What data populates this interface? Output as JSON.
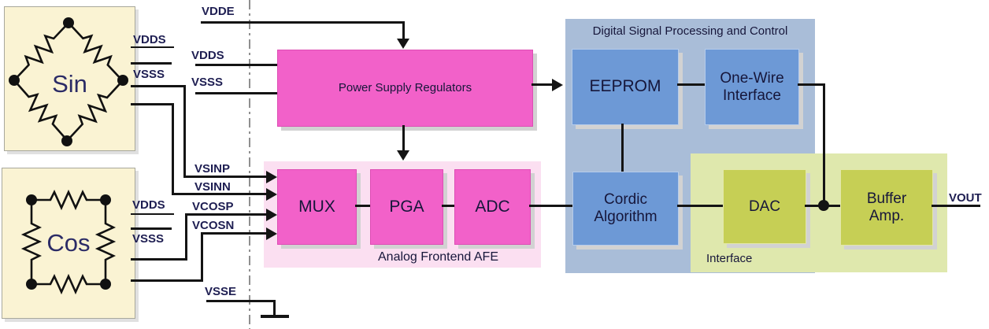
{
  "sensors": {
    "sin": {
      "label": "Sin"
    },
    "cos": {
      "label": "Cos"
    }
  },
  "signals": {
    "vdde": "VDDE",
    "vdds_sin": "VDDS",
    "vsss_sin": "VSSS",
    "vdds_chip": "VDDS",
    "vsss_chip": "VSSS",
    "vsinp": "VSINP",
    "vsinn": "VSINN",
    "vdds_cos": "VDDS",
    "vsss_cos": "VSSS",
    "vcosp": "VCOSP",
    "vcosn": "VCOSN",
    "vsse": "VSSE",
    "vout": "VOUT"
  },
  "containers": {
    "afe": {
      "label": "Analog Frontend AFE"
    },
    "dsp": {
      "label": "Digital Signal Processing and Control"
    },
    "iface": {
      "label": "Interface"
    }
  },
  "blocks": {
    "psr": {
      "label": "Power Supply Regulators"
    },
    "mux": {
      "label": "MUX"
    },
    "pga": {
      "label": "PGA"
    },
    "adc": {
      "label": "ADC"
    },
    "eeprom": {
      "label": "EEPROM"
    },
    "onewire": {
      "label": "One-Wire\nInterface"
    },
    "cordic": {
      "label": "Cordic\nAlgorithm"
    },
    "dac": {
      "label": "DAC"
    },
    "buffer": {
      "label": "Buffer\nAmp."
    }
  },
  "colors": {
    "magenta": "#f261c9",
    "afe_pink": "#fbdff1",
    "dsp_blue": "#a9bdd8",
    "block_blue": "#6d99d6",
    "if_green": "#dfe8ad",
    "block_green": "#c6cf55",
    "cream": "#faf3d3"
  }
}
